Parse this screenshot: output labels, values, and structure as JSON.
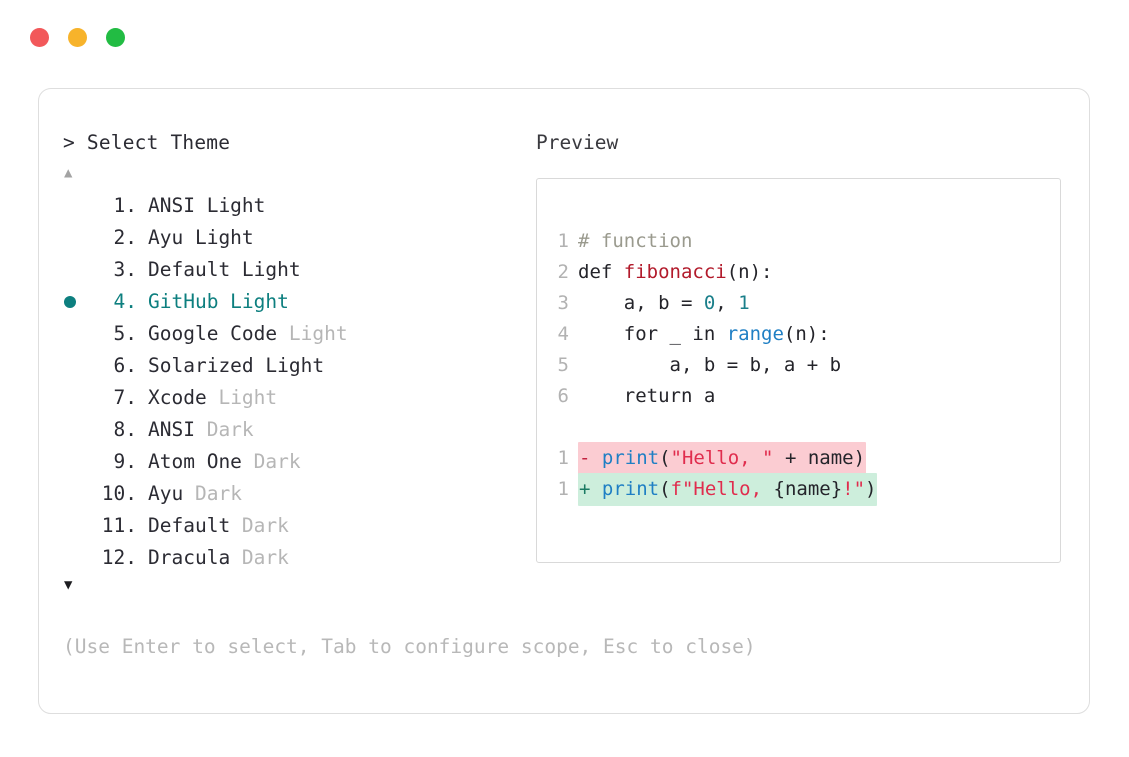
{
  "window": {
    "traffic_lights": [
      {
        "name": "close",
        "color": "#f2585a"
      },
      {
        "name": "minimize",
        "color": "#f7b32b"
      },
      {
        "name": "maximize",
        "color": "#22bc43"
      }
    ]
  },
  "selector": {
    "prompt": "> Select Theme",
    "scroll_up_icon": "▲",
    "scroll_down_icon": "▼",
    "selected_index": 4,
    "items": [
      {
        "num": " 1.",
        "name": "ANSI Light",
        "variant": "",
        "selected": false
      },
      {
        "num": " 2.",
        "name": "Ayu Light",
        "variant": "",
        "selected": false
      },
      {
        "num": " 3.",
        "name": "Default Light",
        "variant": "",
        "selected": false
      },
      {
        "num": " 4.",
        "name": "GitHub Light",
        "variant": "",
        "selected": true
      },
      {
        "num": " 5.",
        "name": "Google Code ",
        "variant": "Light",
        "selected": false
      },
      {
        "num": " 6.",
        "name": "Solarized Light",
        "variant": "",
        "selected": false
      },
      {
        "num": " 7.",
        "name": "Xcode ",
        "variant": "Light",
        "selected": false
      },
      {
        "num": " 8.",
        "name": "ANSI ",
        "variant": "Dark",
        "selected": false
      },
      {
        "num": " 9.",
        "name": "Atom One ",
        "variant": "Dark",
        "selected": false
      },
      {
        "num": "10.",
        "name": "Ayu ",
        "variant": "Dark",
        "selected": false
      },
      {
        "num": "11.",
        "name": "Default ",
        "variant": "Dark",
        "selected": false
      },
      {
        "num": "12.",
        "name": "Dracula ",
        "variant": "Dark",
        "selected": false
      }
    ]
  },
  "preview": {
    "label": "Preview",
    "code_lines": [
      {
        "gutter": "1",
        "tokens": [
          {
            "t": "# function",
            "c": "tok-comment"
          }
        ]
      },
      {
        "gutter": "2",
        "tokens": [
          {
            "t": "def ",
            "c": "tok-plain"
          },
          {
            "t": "fibonacci",
            "c": "tok-func"
          },
          {
            "t": "(n):",
            "c": "tok-plain"
          }
        ]
      },
      {
        "gutter": "3",
        "tokens": [
          {
            "t": "    a, b = ",
            "c": "tok-plain"
          },
          {
            "t": "0",
            "c": "tok-number"
          },
          {
            "t": ", ",
            "c": "tok-plain"
          },
          {
            "t": "1",
            "c": "tok-number"
          }
        ]
      },
      {
        "gutter": "4",
        "tokens": [
          {
            "t": "    for _ in ",
            "c": "tok-plain"
          },
          {
            "t": "range",
            "c": "tok-builtin"
          },
          {
            "t": "(n):",
            "c": "tok-plain"
          }
        ]
      },
      {
        "gutter": "5",
        "tokens": [
          {
            "t": "        a, b = b, a + b",
            "c": "tok-plain"
          }
        ]
      },
      {
        "gutter": "6",
        "tokens": [
          {
            "t": "    return a",
            "c": "tok-plain"
          }
        ]
      }
    ],
    "diff_lines": [
      {
        "gutter": "1",
        "kind": "removed",
        "tokens": [
          {
            "t": "- ",
            "c": "tok-minus"
          },
          {
            "t": "print",
            "c": "tok-builtin"
          },
          {
            "t": "(",
            "c": "tok-plain"
          },
          {
            "t": "\"Hello, \"",
            "c": "tok-string"
          },
          {
            "t": " + name)",
            "c": "tok-plain"
          }
        ]
      },
      {
        "gutter": "1",
        "kind": "added",
        "tokens": [
          {
            "t": "+ ",
            "c": "tok-plus"
          },
          {
            "t": "print",
            "c": "tok-builtin"
          },
          {
            "t": "(",
            "c": "tok-plain"
          },
          {
            "t": "f\"Hello, ",
            "c": "tok-string"
          },
          {
            "t": "{name}",
            "c": "tok-plain"
          },
          {
            "t": "!\"",
            "c": "tok-string"
          },
          {
            "t": ")",
            "c": "tok-plain"
          }
        ]
      }
    ]
  },
  "footer": {
    "hint": "(Use Enter to select, Tab to configure scope, Esc to close)"
  }
}
